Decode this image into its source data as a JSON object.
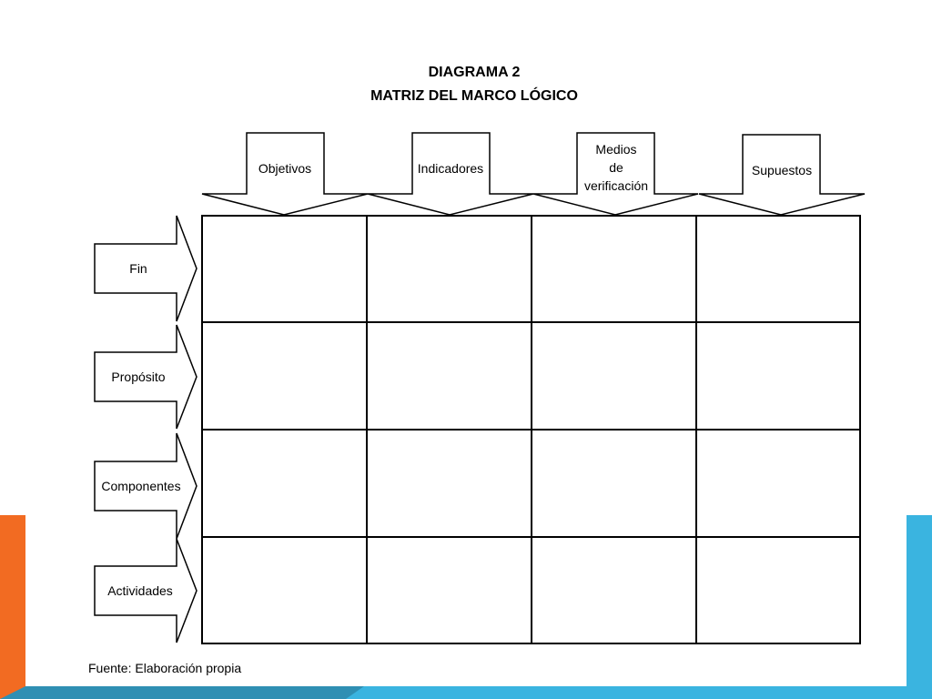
{
  "title": {
    "line1": "DIAGRAMA 2",
    "line2": "MATRIZ DEL MARCO LÓGICO"
  },
  "columns": [
    {
      "lines": [
        "Objetivos"
      ]
    },
    {
      "lines": [
        "Indicadores"
      ]
    },
    {
      "lines": [
        "Medios",
        "de",
        "verificación"
      ]
    },
    {
      "lines": [
        "Supuestos"
      ]
    }
  ],
  "rows": [
    {
      "label": "Fin"
    },
    {
      "label": "Propósito"
    },
    {
      "label": "Componentes"
    },
    {
      "label": "Actividades"
    }
  ],
  "source": "Fuente: Elaboración propia",
  "colors": {
    "accent_left": "#f26b22",
    "accent_right": "#3ab4e0",
    "accent_bottom_dark": "#2f8fb3",
    "line": "#000000",
    "background": "#ffffff"
  }
}
